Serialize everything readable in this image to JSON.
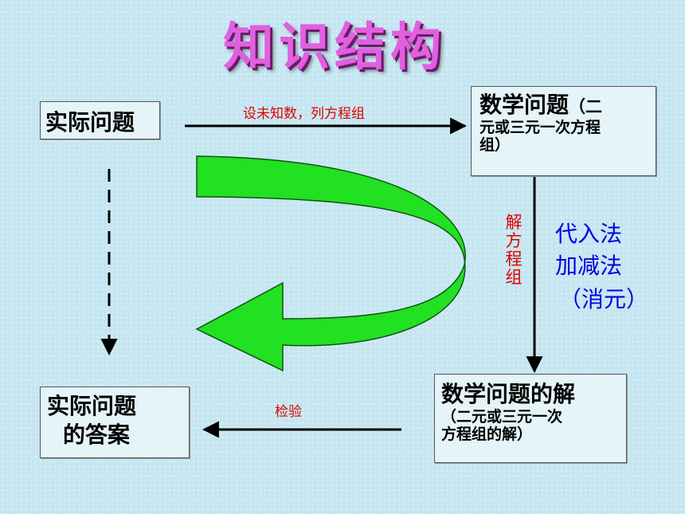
{
  "title": "知识结构",
  "boxes": {
    "real_problem": "实际问题",
    "math_problem": {
      "line1": "数学问题",
      "line1_small": "（二",
      "line2": "元或三元一次方程",
      "line3": "组）"
    },
    "math_solution": {
      "line1": "数学问题的解",
      "line2": "（二元或三元一次",
      "line3": "方程组的解）"
    },
    "real_answer": {
      "line1": "实际问题",
      "line2": "的答案"
    }
  },
  "labels": {
    "set_unknowns": "设未知数，列方程组",
    "solve": [
      "解",
      "方",
      "程",
      "组"
    ],
    "check": "检验"
  },
  "methods": [
    "代入法",
    "加减法",
    "（消元）"
  ],
  "colors": {
    "title": "#e060e0",
    "label_red": "#e00000",
    "method_blue": "#0000e0",
    "curve_green": "#20e020"
  }
}
